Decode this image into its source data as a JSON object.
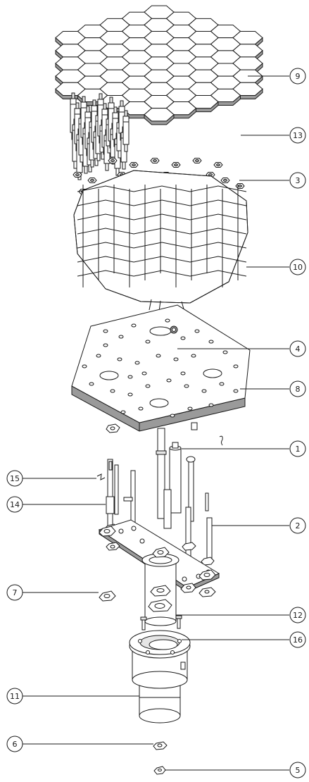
{
  "callouts": [
    {
      "id": "9",
      "label": "9"
    },
    {
      "id": "13",
      "label": "13"
    },
    {
      "id": "3",
      "label": "3"
    },
    {
      "id": "10",
      "label": "10"
    },
    {
      "id": "4",
      "label": "4"
    },
    {
      "id": "8",
      "label": "8"
    },
    {
      "id": "1",
      "label": "1"
    },
    {
      "id": "15",
      "label": "15"
    },
    {
      "id": "14",
      "label": "14"
    },
    {
      "id": "2",
      "label": "2"
    },
    {
      "id": "7",
      "label": "7"
    },
    {
      "id": "12",
      "label": "12"
    },
    {
      "id": "16",
      "label": "16"
    },
    {
      "id": "11",
      "label": "11"
    },
    {
      "id": "6",
      "label": "6"
    },
    {
      "id": "5",
      "label": "5"
    }
  ]
}
